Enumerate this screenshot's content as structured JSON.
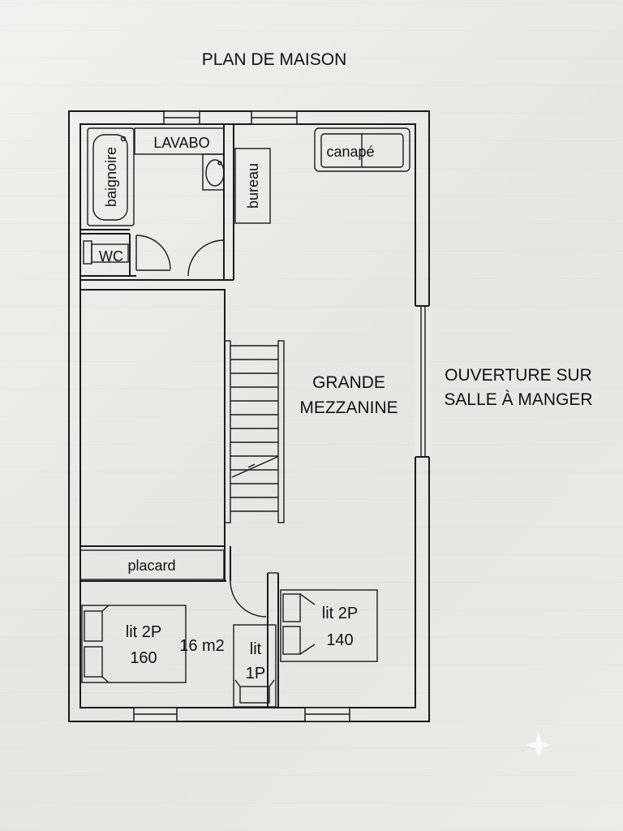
{
  "title": "PLAN DE MAISON",
  "rooms": {
    "bath_tub": "baignoire",
    "sink": "LAVABO",
    "wc": "WC",
    "desk": "bureau",
    "sofa": "canapé",
    "mezzanine_line1": "GRANDE",
    "mezzanine_line2": "MEZZANINE",
    "opening_line1": "OUVERTURE SUR",
    "opening_line2": "SALLE À MANGER",
    "closet": "placard",
    "bed_left_line1": "lit 2P",
    "bed_left_line2": "160",
    "room_area": "16 m2",
    "bed_single_line1": "lit",
    "bed_single_line2": "1P",
    "bed_right_line1": "lit 2P",
    "bed_right_line2": "140"
  },
  "colors": {
    "ink": "#1a1a1a",
    "paper": "#eceae6"
  }
}
